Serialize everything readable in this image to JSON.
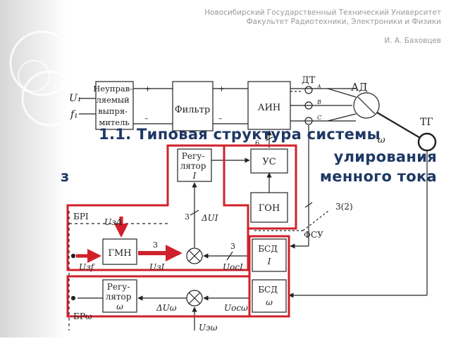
{
  "header": {
    "university": "Новосибирский Государственный Технический Университет",
    "faculty": "Факультет Радиотехники, Электроники и Физики",
    "author": "И. А. Баховцев"
  },
  "slide_title": {
    "line1": "1.1. Типовая структура системы",
    "line2": "улирования",
    "line3": "менного тока",
    "lead": "з"
  },
  "diagram": {
    "inputs": {
      "u1": "U₁",
      "f1": "f₁"
    },
    "rectifier_lines": [
      "Неуправ-",
      "ляемый",
      "выпря-",
      "митель"
    ],
    "filter": "Фильтр",
    "inverter": "АИН",
    "current_sensor": "ДТ",
    "motor": "АД",
    "tachogenerator": "ТГ",
    "phase_a": "A",
    "phase_b": "B",
    "phase_c": "C",
    "omega": "ω",
    "plus": "+",
    "minus": "–",
    "amplifier": "УС",
    "pulse_generator": "ГОН",
    "count_6": "6",
    "count_3": "3",
    "count_3_2": "3(2)",
    "fsu": "ФСУ",
    "current_regulator_lines": [
      "Регу-",
      "лятор",
      "I"
    ],
    "speed_regulator_lines": [
      "Регу-",
      "лятор",
      "ω"
    ],
    "gmn": "ГМН",
    "bsd_i_lines": [
      "БСД",
      "I"
    ],
    "bsd_w_lines": [
      "БСД",
      "ω"
    ],
    "br_i": "БРI",
    "br_w": "БРω",
    "u_za": "UзA",
    "u_zf": "Uзf",
    "u_zi": "UзI",
    "u_osi": "UосI",
    "delta_u_i": "ΔUI",
    "delta_u_w": "ΔUω",
    "u_osw": "Uосω",
    "u_zw": "Uзω"
  },
  "colors": {
    "title": "#1f3864",
    "highlight": "#d0202a",
    "lines": "#222222",
    "header": "#9a9a9a"
  }
}
